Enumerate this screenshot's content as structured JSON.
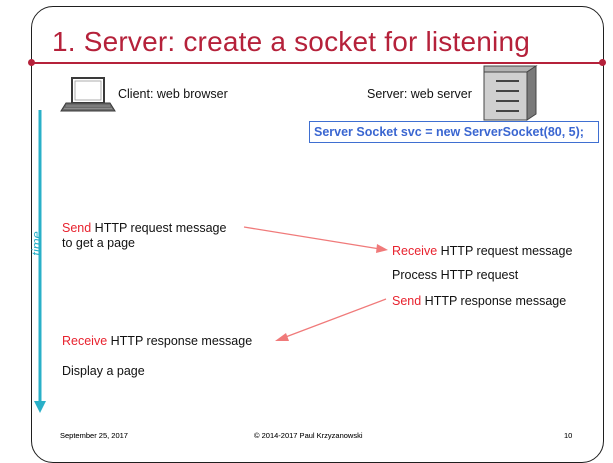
{
  "slide": {
    "title": "1. Server: create a socket for listening"
  },
  "client": {
    "label": "Client: web browser",
    "icon": "laptop-icon"
  },
  "server": {
    "label": "Server: web server",
    "icon": "server-tower-icon"
  },
  "code": {
    "text": "Server Socket svc = new ServerSocket(80, 5);"
  },
  "timeline": {
    "label": "time"
  },
  "steps": {
    "send_request_verb": "Send",
    "send_request_rest": " HTTP request message",
    "send_request_line2": "to get a page",
    "receive_request_verb": "Receive",
    "receive_request_rest": " HTTP request message",
    "process_request": "Process HTTP request",
    "send_response_verb": "Send",
    "send_response_rest": " HTTP response message",
    "receive_response_verb": "Receive",
    "receive_response_rest": " HTTP response message",
    "display_page": "Display a page"
  },
  "footer": {
    "date": "September 25, 2017",
    "copyright": "© 2014-2017 Paul Krzyzanowski",
    "page": "10"
  },
  "colors": {
    "title": "#b5213a",
    "accent_red": "#e8232f",
    "arrow": "#f07a7a",
    "code_blue": "#3a66d1",
    "timeline": "#2ab0c8"
  }
}
